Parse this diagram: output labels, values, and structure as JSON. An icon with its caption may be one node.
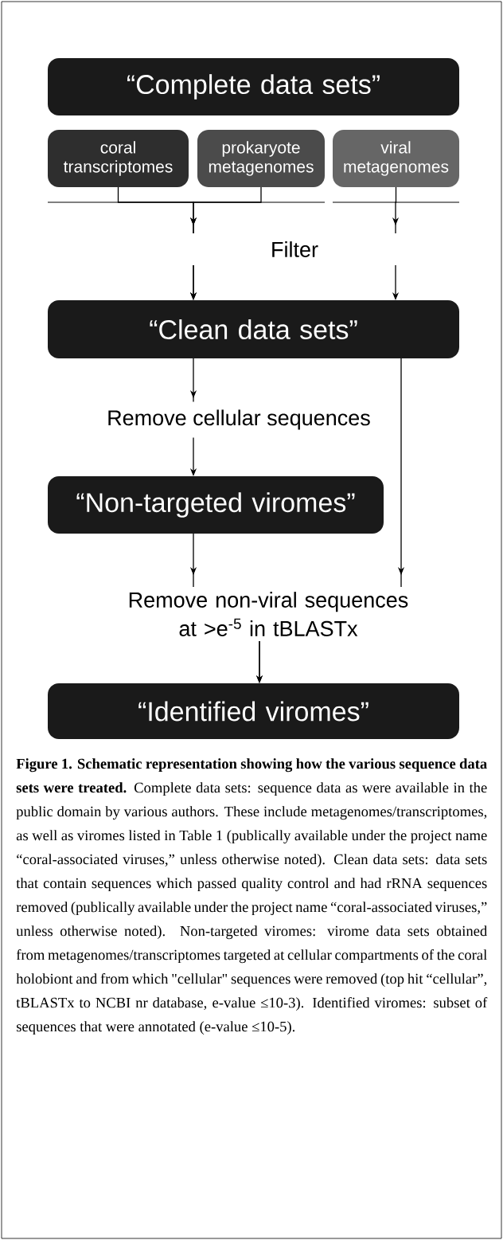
{
  "diagram": {
    "caption": "**Figure 1. Schematic representation showing how the various sequence data sets were treated.** Complete data sets: sequence data as were available in the public domain by various authors. These include metagenomes/transcriptomes, as well as viromes listed in Table 1 (publically available under the project name “coral-associated viruses,” unless otherwise noted). Clean data sets: data sets that contain sequences which passed quality control and had rRNA sequences removed (publically available under the project name “coral-associated viruses,” unless otherwise noted). Non-targeted viromes: virome data sets obtained from metagenomes/transcriptomes targeted at cellular compartments of the coral holobiont and from which \"cellular\" sequences were removed (top hit “cellular”, tBLASTx to NCBI nr database, e-value ≤10-3). Identified viromes: subset of sequences that were annotated (e-value ≤10-5).",
    "nodes": [
      {
        "text": [
          "“Complete data sets”"
        ]
      },
      {
        "text": [
          "coral transcriptomes"
        ]
      },
      {
        "text": [
          "prokaryote metagenomes"
        ]
      },
      {
        "text": [
          "viral metagenomes"
        ]
      },
      {
        "text": [
          "“Clean data sets”"
        ]
      },
      {
        "text": [
          "“Non-targeted viromes”"
        ]
      },
      {
        "text": [
          "“Identified viromes”"
        ]
      }
    ],
    "edges": [
      {
        "from": 1,
        "to": 4,
        "arrow": "to",
        "label": "Filter"
      },
      {
        "from": 2,
        "to": 4,
        "arrow": "to"
      },
      {
        "from": 3,
        "to": 4,
        "arrow": "to"
      },
      {
        "from": 4,
        "to": 5,
        "arrow": "to",
        "label": "Remove cellular sequences"
      },
      {
        "from": 5,
        "to": 6,
        "arrow": "to",
        "label": "Remove non-viral sequences at >e$^{-5}$ in tBLASTx"
      },
      {
        "from": 4,
        "to": 6,
        "arrow": "to"
      }
    ]
  }
}
